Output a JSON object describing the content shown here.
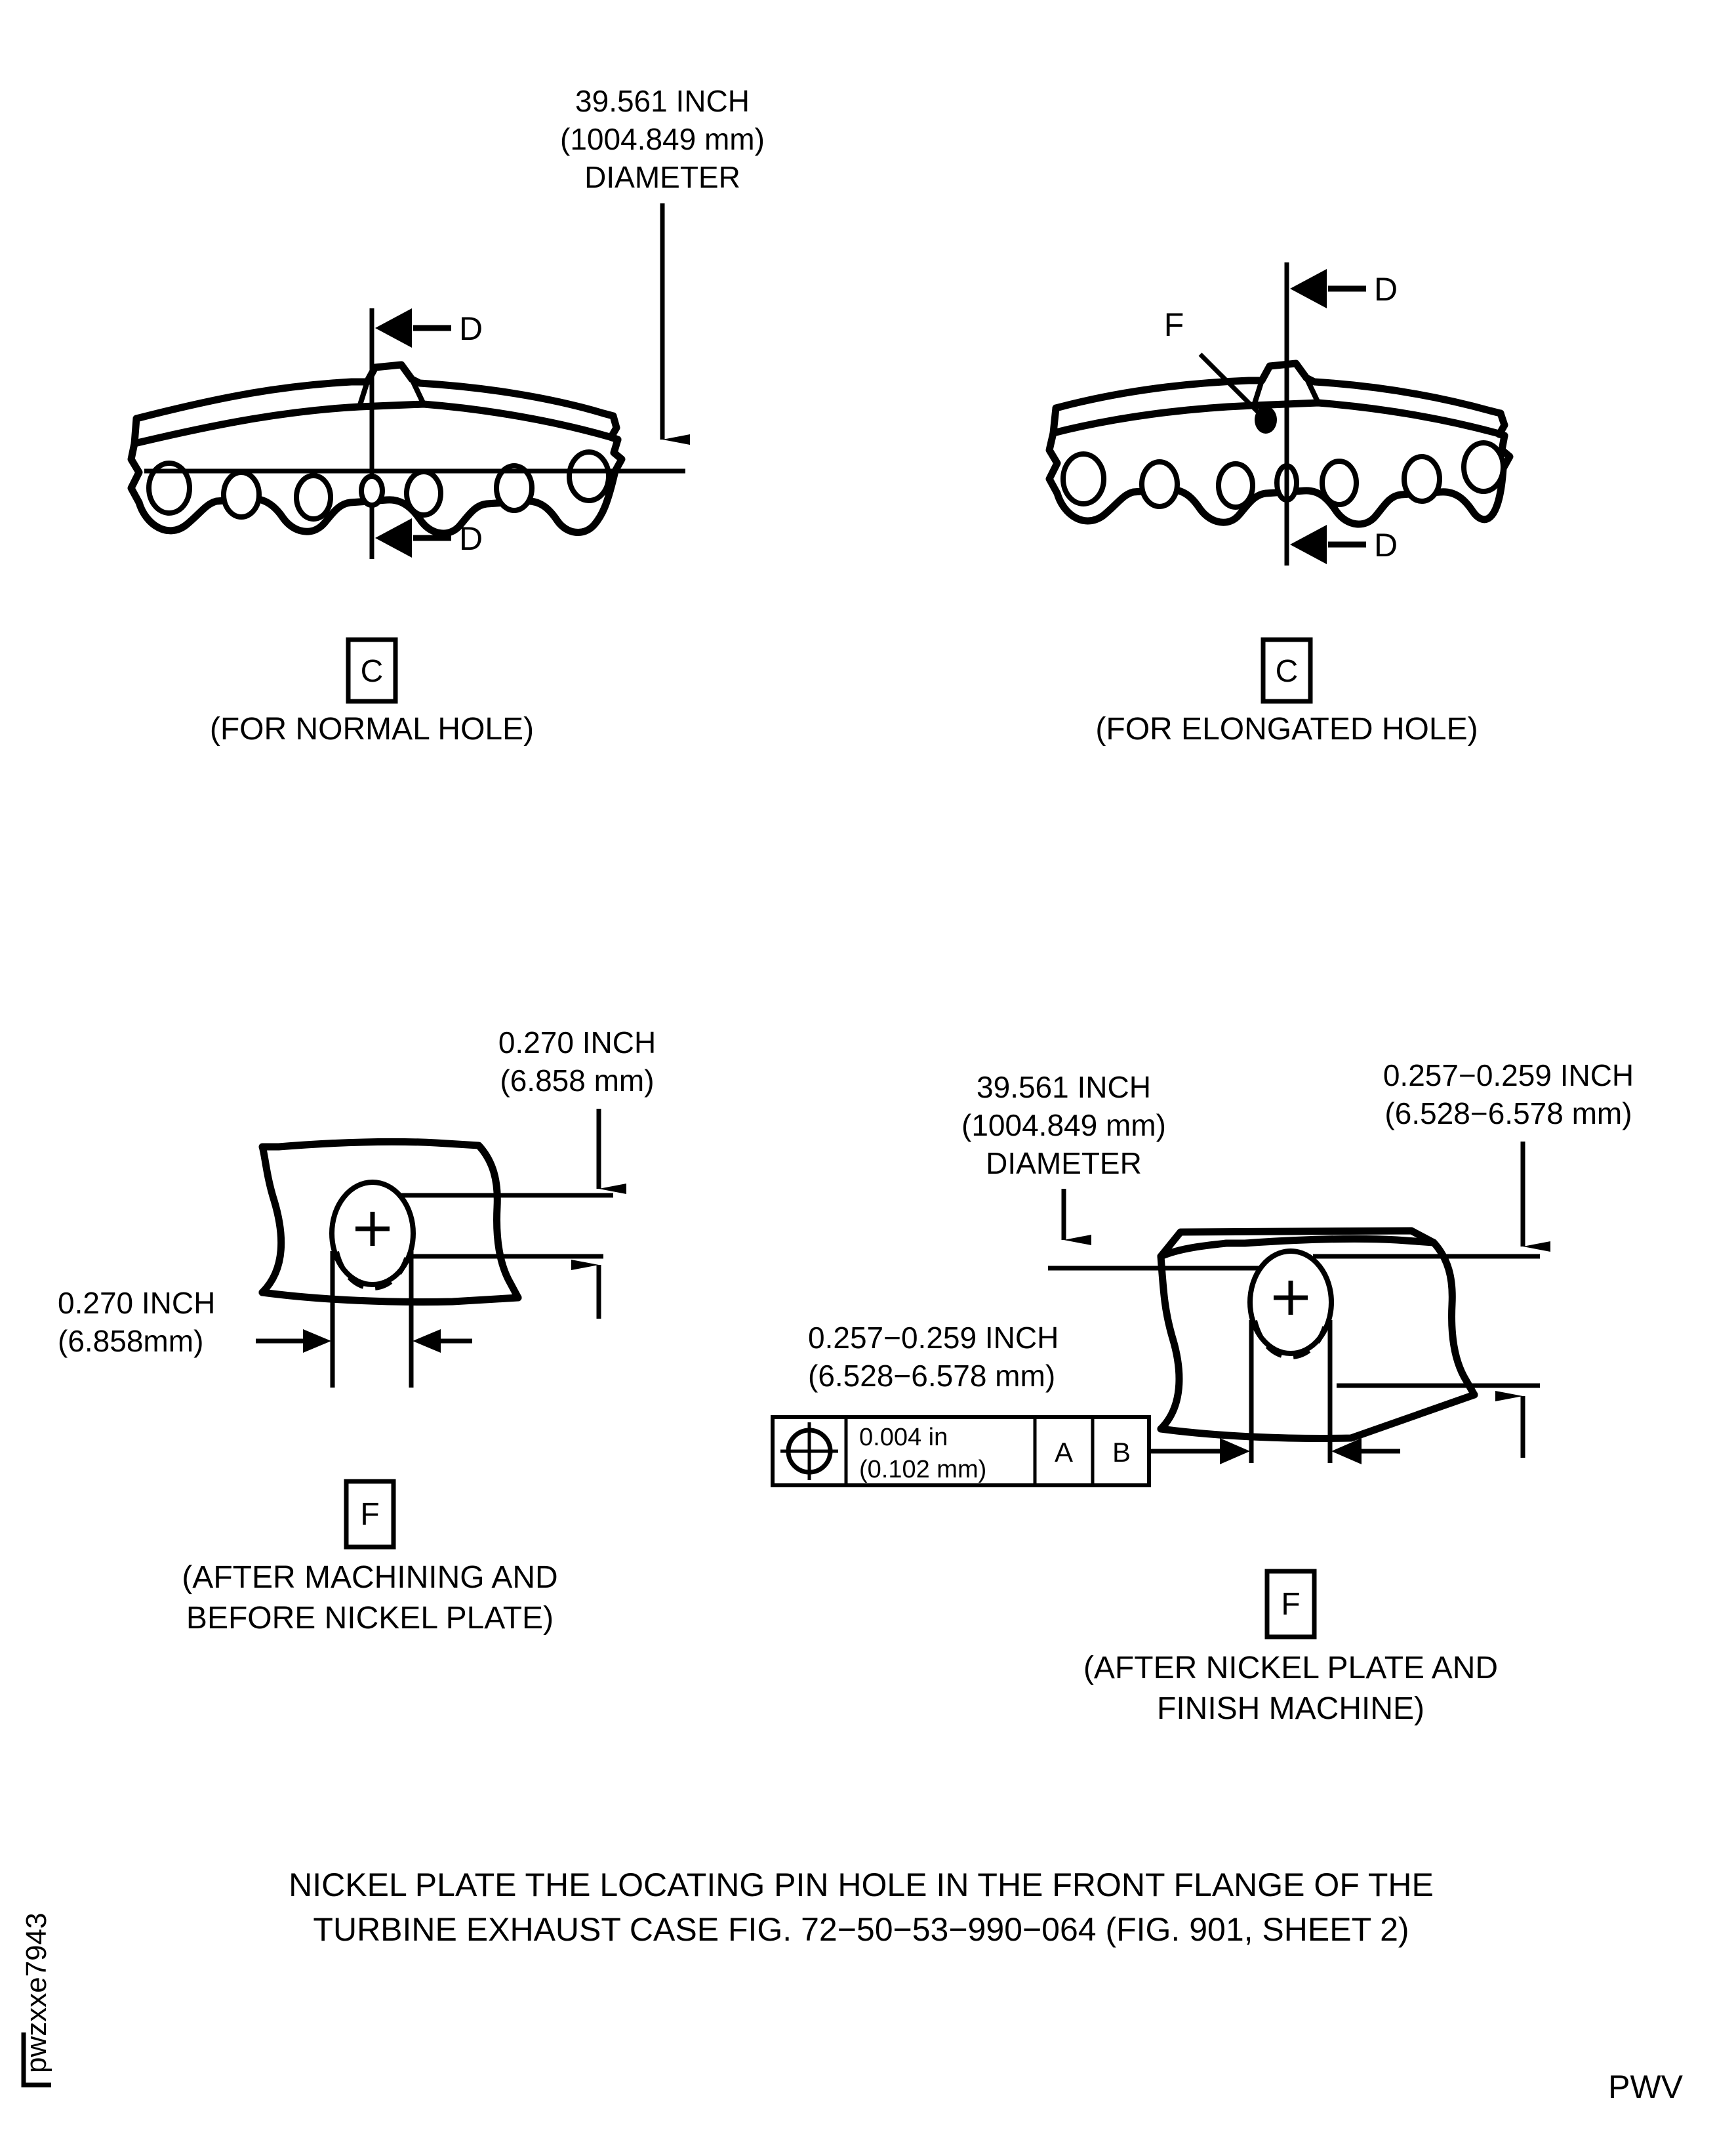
{
  "sheet": {
    "corner_id": "pwzxxe7943",
    "footer_code": "PWV"
  },
  "views": {
    "top_left": {
      "name": "section-c-normal-hole",
      "dimension": {
        "line1": "39.561 INCH",
        "line2": "(1004.849 mm)",
        "line3": "DIAMETER"
      },
      "section_letter_top": "D",
      "section_letter_bottom": "D",
      "box_letter": "C",
      "caption": "(FOR NORMAL HOLE)"
    },
    "top_right": {
      "name": "section-c-elongated-hole",
      "leader_letter": "F",
      "section_letter_top": "D",
      "section_letter_bottom": "D",
      "box_letter": "C",
      "caption": "(FOR ELONGATED HOLE)"
    },
    "bottom_left": {
      "name": "detail-f-before-nickel-plate",
      "dim_top": {
        "line1": "0.270 INCH",
        "line2": "(6.858 mm)"
      },
      "dim_left": {
        "line1": "0.270 INCH",
        "line2": "(6.858mm)"
      },
      "box_letter": "F",
      "caption_line1": "(AFTER MACHINING AND",
      "caption_line2": "BEFORE NICKEL PLATE)"
    },
    "bottom_right": {
      "name": "detail-f-after-nickel-plate",
      "dim_diameter": {
        "line1": "39.561 INCH",
        "line2": "(1004.849 mm)",
        "line3": "DIAMETER"
      },
      "dim_top_right": {
        "line1": "0.257−0.259 INCH",
        "line2": "(6.528−6.578 mm)"
      },
      "dim_left": {
        "line1": "0.257−0.259 INCH",
        "line2": "(6.528−6.578 mm)"
      },
      "feature_control_frame": {
        "symbol": "position-symbol",
        "tolerance_line1": "0.004 in",
        "tolerance_line2": "(0.102 mm)",
        "datum_a": "A",
        "datum_b": "B"
      },
      "box_letter": "F",
      "caption_line1": "(AFTER NICKEL PLATE AND",
      "caption_line2": "FINISH MACHINE)"
    }
  },
  "note": {
    "line1": "NICKEL PLATE THE LOCATING PIN HOLE IN THE FRONT FLANGE OF THE",
    "line2": "TURBINE EXHAUST CASE FIG. 72−50−53−990−064 (FIG. 901, SHEET 2)"
  }
}
